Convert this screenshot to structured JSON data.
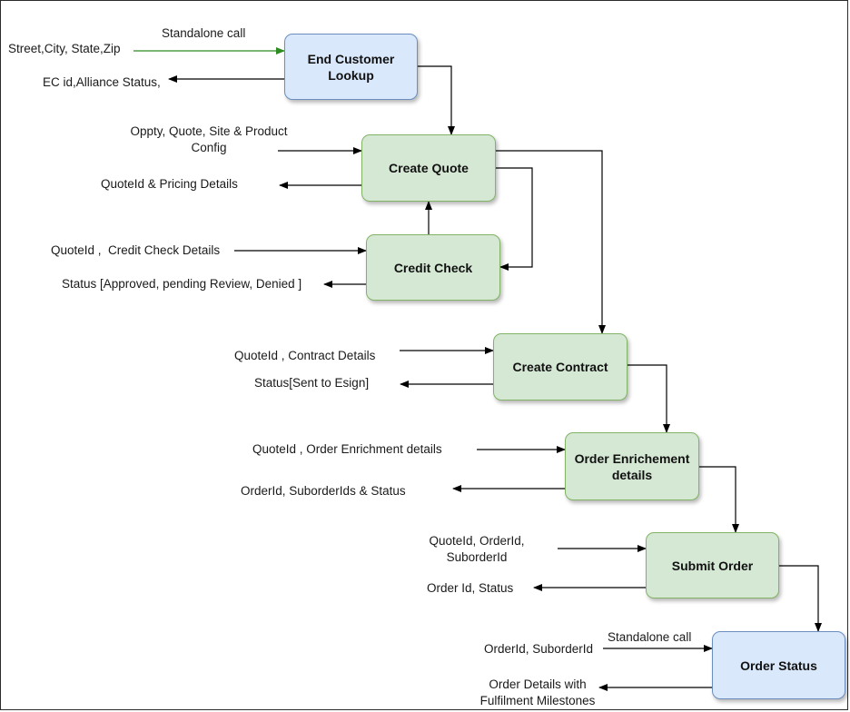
{
  "nodes": {
    "end_customer_lookup": "End Customer Lookup",
    "create_quote": "Create Quote",
    "credit_check": "Credit Check",
    "create_contract": "Create Contract",
    "order_enrichment": "Order Enrichement details",
    "submit_order": "Submit Order",
    "order_status": "Order Status"
  },
  "labels": {
    "standalone_call_top": "Standalone call",
    "lookup_input": "Street,City, State,Zip",
    "lookup_output": "EC id,Alliance Status,",
    "quote_input": "Oppty, Quote, Site & Product Config",
    "quote_output": "QuoteId & Pricing Details",
    "credit_input": "QuoteId ,  Credit Check Details",
    "credit_output": "Status [Approved, pending Review, Denied ]",
    "contract_input": "QuoteId , Contract Details",
    "contract_output": "Status[Sent to Esign]",
    "enrich_input": "QuoteId , Order Enrichment details",
    "enrich_output": "OrderId, SuborderIds & Status",
    "submit_input": "QuoteId, OrderId, SuborderId",
    "submit_output": "Order Id, Status",
    "status_input": "OrderId, SuborderId",
    "standalone_call_bottom": "Standalone call",
    "status_output": "Order Details with Fulfilment Milestones"
  },
  "colors": {
    "api_fill": "#dae8fc",
    "api_stroke": "#6c8ebf",
    "process_fill": "#d5e8d4",
    "process_stroke": "#82b366",
    "standalone_arrow": "#2e8b22",
    "arrow": "#000000"
  }
}
